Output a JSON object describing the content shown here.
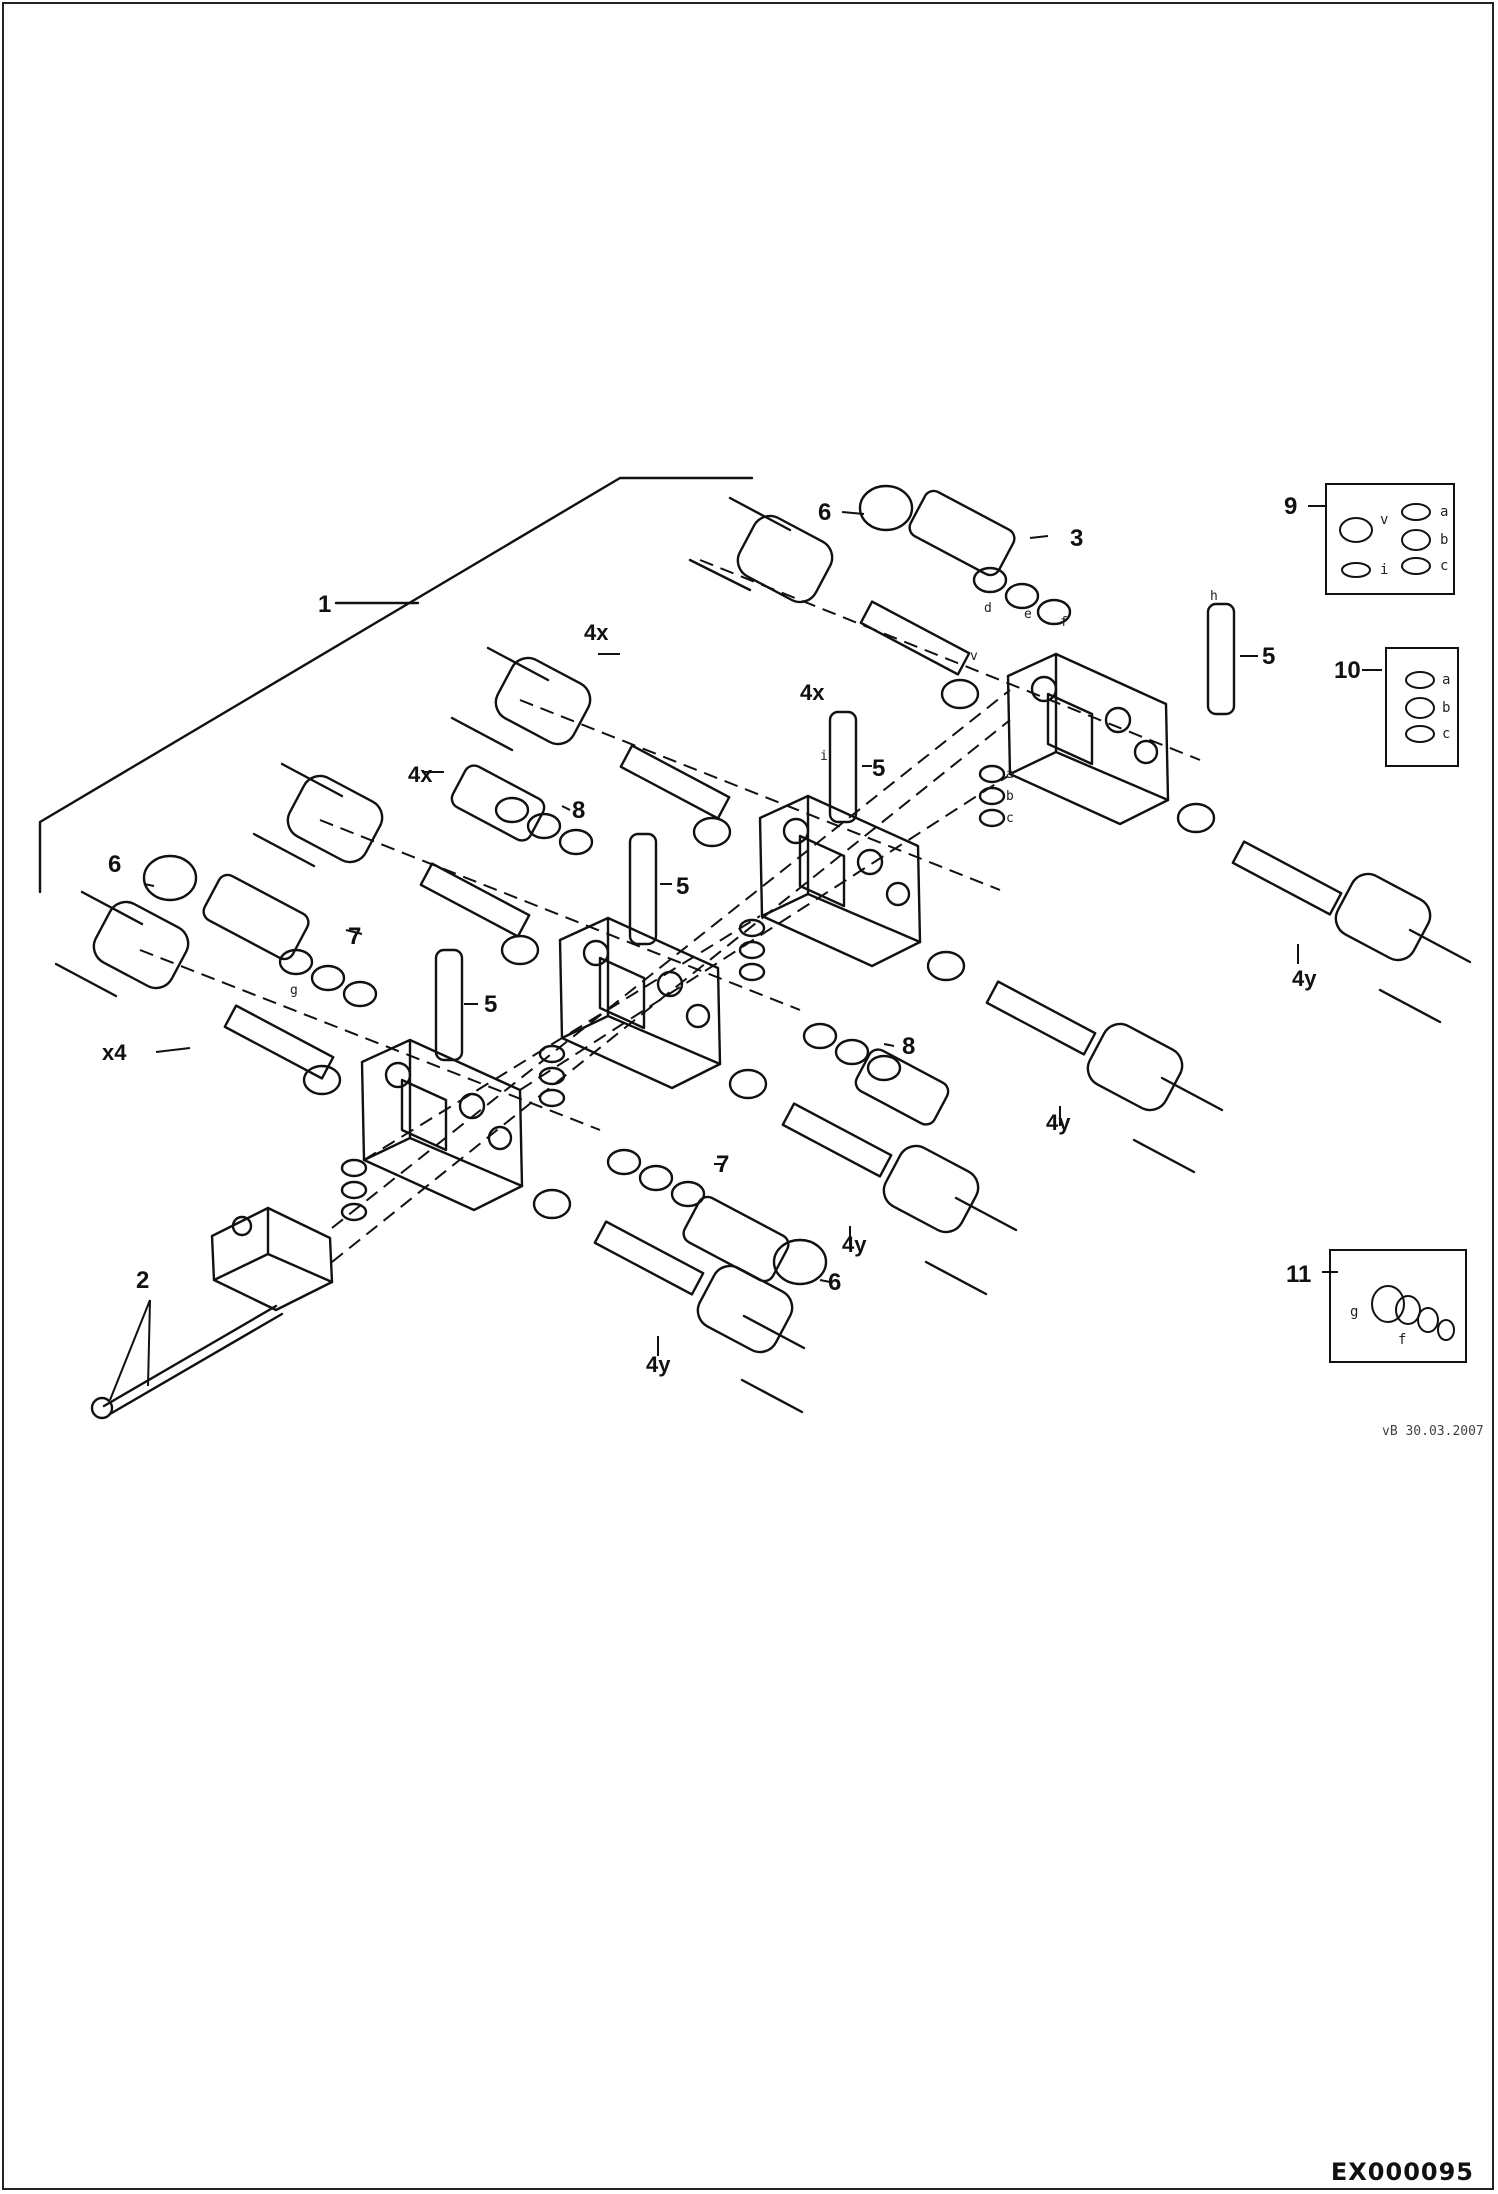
{
  "callouts": [
    "1",
    "2",
    "3",
    "4x",
    "4x",
    "4x",
    "x4",
    "4y",
    "4y",
    "4y",
    "4y",
    "5",
    "5",
    "5",
    "5",
    "6",
    "6",
    "6",
    "7",
    "7",
    "8",
    "8",
    "9",
    "10",
    "11"
  ],
  "kits": {
    "kit9": {
      "number": "9",
      "letters": [
        "v",
        "i",
        "a",
        "b",
        "c"
      ]
    },
    "kit10": {
      "number": "10",
      "letters": [
        "a",
        "b",
        "c"
      ]
    },
    "kit11": {
      "number": "11",
      "letters": [
        "g",
        "f"
      ]
    }
  },
  "seal_letters": [
    "a",
    "b",
    "c",
    "d",
    "e",
    "f",
    "g",
    "h",
    "i",
    "v"
  ],
  "date_stamp": "vB 30.03.2007",
  "drawing_code": "EX000095"
}
